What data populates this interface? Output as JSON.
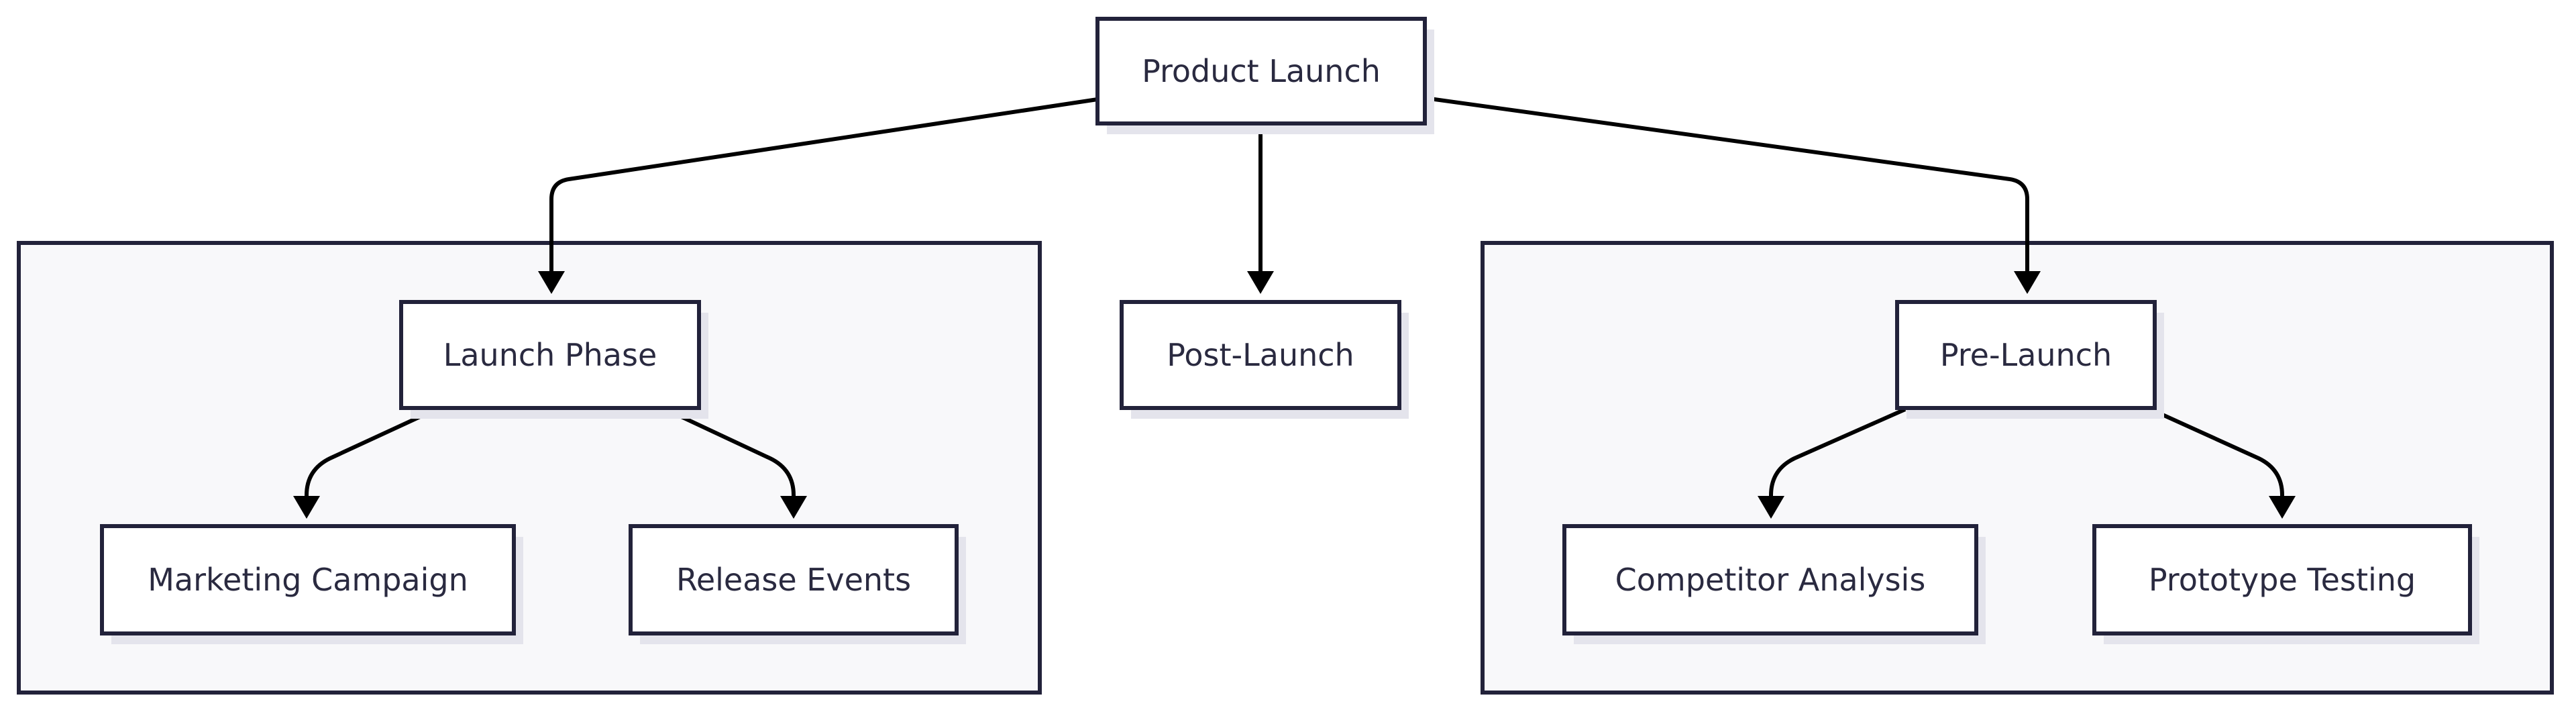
{
  "diagram": {
    "type": "tree",
    "colors": {
      "stroke": "#22223a",
      "group_fill": "#f8f8fa",
      "node_fill": "#ffffff",
      "text": "#2a2a40",
      "edge": "#000000"
    },
    "nodes": {
      "root": {
        "label": "Product Launch"
      },
      "launch_phase": {
        "label": "Launch Phase"
      },
      "post_launch": {
        "label": "Post-Launch"
      },
      "pre_launch": {
        "label": "Pre-Launch"
      },
      "marketing_campaign": {
        "label": "Marketing Campaign"
      },
      "release_events": {
        "label": "Release Events"
      },
      "competitor_analysis": {
        "label": "Competitor Analysis"
      },
      "prototype_testing": {
        "label": "Prototype Testing"
      }
    },
    "edges": [
      {
        "from": "Product Launch",
        "to": "Launch Phase"
      },
      {
        "from": "Product Launch",
        "to": "Post-Launch"
      },
      {
        "from": "Product Launch",
        "to": "Pre-Launch"
      },
      {
        "from": "Launch Phase",
        "to": "Marketing Campaign"
      },
      {
        "from": "Launch Phase",
        "to": "Release Events"
      },
      {
        "from": "Pre-Launch",
        "to": "Competitor Analysis"
      },
      {
        "from": "Pre-Launch",
        "to": "Prototype Testing"
      }
    ]
  }
}
